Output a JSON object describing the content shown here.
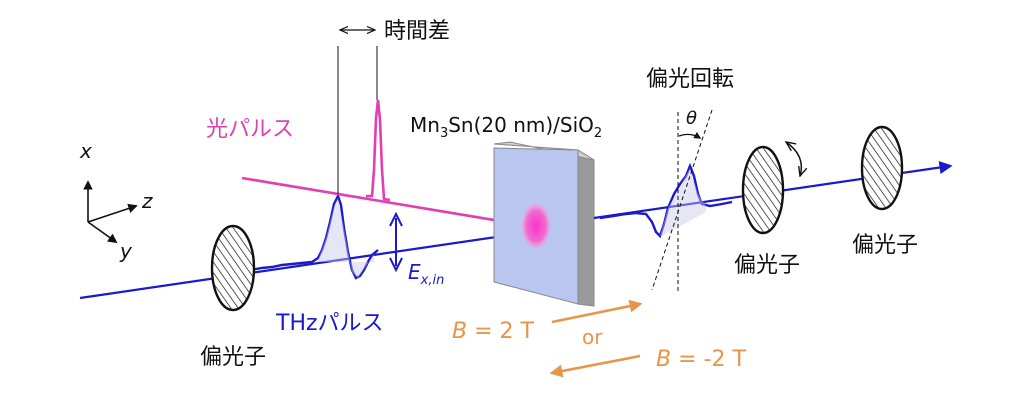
{
  "labels": {
    "time_difference": "時間差",
    "polarization_rotation": "偏光回転",
    "theta": "θ",
    "optical_pulse": "光パルス",
    "thz_pulse": "THzパルス",
    "polarizer_left": "偏光子",
    "polarizer_mid": "偏光子",
    "polarizer_right": "偏光子",
    "sample_part1": "Mn",
    "sample_sub1": "3",
    "sample_part2": "Sn(20 nm)/SiO",
    "sample_sub2": "2",
    "field_E": "E",
    "field_E_sub": "x,in",
    "axis_x": "x",
    "axis_y": "y",
    "axis_z": "z",
    "field_pos_B": "B",
    "field_pos_value": " = 2 T",
    "or_label": "or",
    "field_neg_B": "B",
    "field_neg_value": " = -2 T"
  },
  "colors": {
    "thz_blue": "#1a1acc",
    "optical_magenta": "#e040b0",
    "field_orange": "#e8954a",
    "sample_face": "#b9c6f0",
    "sample_edge": "#888888",
    "black": "#111111"
  }
}
